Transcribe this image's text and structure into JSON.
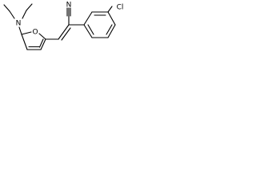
{
  "structure": {
    "atoms": {
      "nitrogen_amine": "N",
      "oxygen_furan": "O",
      "nitrogen_nitrile": "N",
      "chlorine": "Cl"
    }
  },
  "colors": {
    "background": "#ffffff",
    "ink": "#000000"
  }
}
